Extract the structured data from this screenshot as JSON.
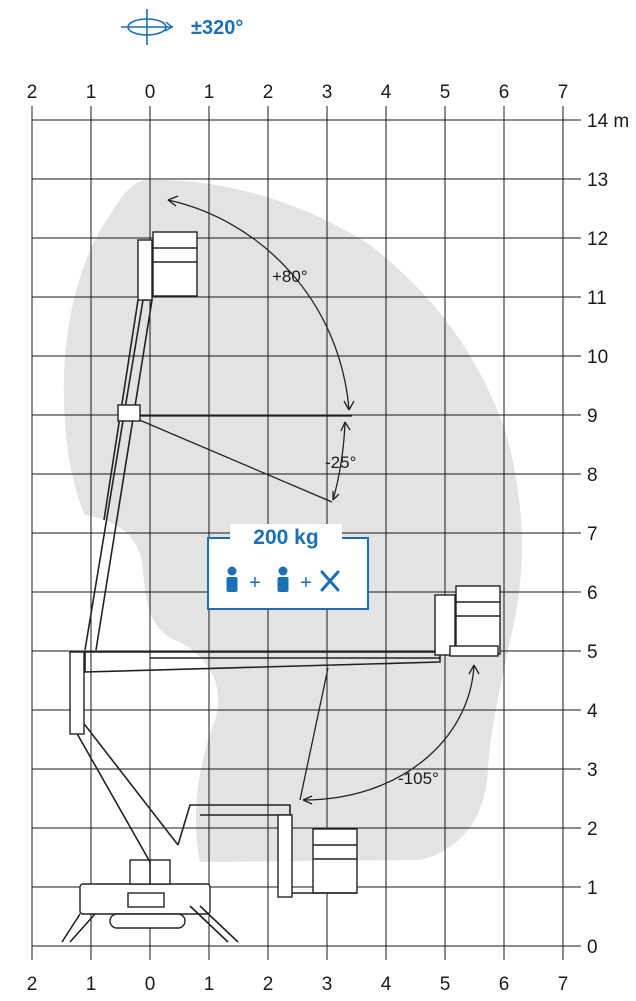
{
  "rotation": {
    "label": "±320°",
    "icon": "rotation-icon",
    "color": "#1a6fb5"
  },
  "axes": {
    "x_ticks": [
      "2",
      "1",
      "0",
      "1",
      "2",
      "3",
      "4",
      "5",
      "6",
      "7"
    ],
    "y_ticks": [
      "0",
      "1",
      "2",
      "3",
      "4",
      "5",
      "6",
      "7",
      "8",
      "9",
      "10",
      "11",
      "12",
      "13",
      "14 m"
    ]
  },
  "angles": {
    "upper": "+80°",
    "lower": "-25°",
    "jib": "-105°"
  },
  "capacity": {
    "label": "200 kg",
    "icons": [
      "person-icon",
      "person-icon",
      "tools-icon"
    ],
    "plus": "+",
    "color": "#1a6fb5"
  },
  "colors": {
    "envelope": "#e3e3e3",
    "grid": "#1a1a1a",
    "accent": "#1a6fb5"
  }
}
